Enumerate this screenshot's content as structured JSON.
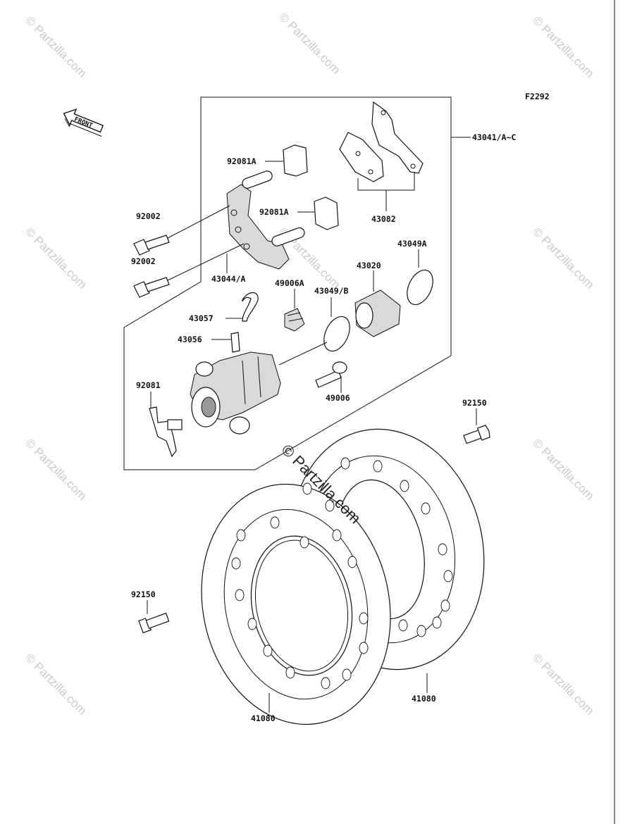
{
  "diagram_code": "F2292",
  "front_label": "FRONT",
  "watermark": "© Partzilla.com",
  "center_watermark": "© Partzilla.com",
  "parts": {
    "p43041": "43041/A~C",
    "p92081A_top": "92081A",
    "p92081A_mid": "92081A",
    "p43082": "43082",
    "p92002_a": "92002",
    "p92002_b": "92002",
    "p43044": "43044/A",
    "p43049A": "43049A",
    "p43020": "43020",
    "p49006A": "49006A",
    "p43049B": "43049/B",
    "p43057": "43057",
    "p43056": "43056",
    "p92081": "92081",
    "p49006": "49006",
    "p92150_right": "92150",
    "p92150_left": "92150",
    "p41080_left": "41080",
    "p41080_right": "41080"
  }
}
